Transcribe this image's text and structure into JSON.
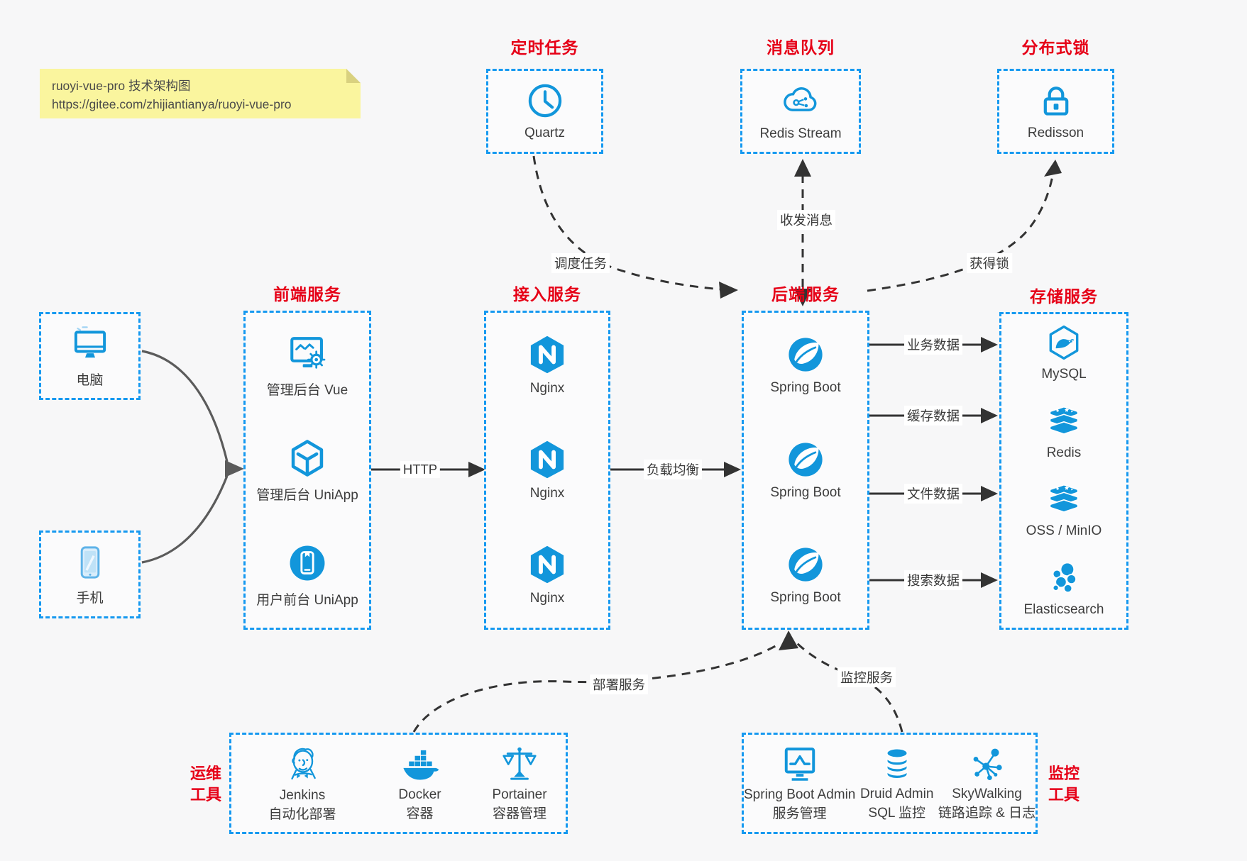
{
  "note": {
    "title": "ruoyi-vue-pro 技术架构图",
    "url": "https://gitee.com/zhijiantianya/ruoyi-vue-pro"
  },
  "colors": {
    "bg": "#f7f7f8",
    "border": "#1699f0",
    "icon": "#1296db",
    "red": "#e60017",
    "text": "#3d3d3d",
    "arrow": "#333333",
    "garrow": "#5b5b5b",
    "note-bg": "#faf59e",
    "note-fold": "#d9d17f",
    "label-bg": "#ffffff"
  },
  "groups": {
    "scheduler": {
      "title": "定时任务",
      "items": [
        {
          "label": "Quartz",
          "icon": "clock-icon"
        }
      ]
    },
    "mq": {
      "title": "消息队列",
      "items": [
        {
          "label": "Redis Stream",
          "icon": "cloud-network-icon"
        }
      ]
    },
    "lock": {
      "title": "分布式锁",
      "items": [
        {
          "label": "Redisson",
          "icon": "lock-icon"
        }
      ]
    },
    "clients": {
      "items": [
        {
          "label": "电脑",
          "icon": "desktop-icon"
        },
        {
          "label": "手机",
          "icon": "smartphone-icon"
        }
      ]
    },
    "frontend": {
      "title": "前端服务",
      "items": [
        {
          "label": "管理后台 Vue",
          "icon": "admin-monitor-gear-icon"
        },
        {
          "label": "管理后台 UniApp",
          "icon": "cube-icon"
        },
        {
          "label": "用户前台 UniApp",
          "icon": "mobile-app-circle-icon"
        }
      ]
    },
    "gateway": {
      "title": "接入服务",
      "items": [
        {
          "label": "Nginx",
          "icon": "nginx-icon"
        },
        {
          "label": "Nginx",
          "icon": "nginx-icon"
        },
        {
          "label": "Nginx",
          "icon": "nginx-icon"
        }
      ]
    },
    "backend": {
      "title": "后端服务",
      "items": [
        {
          "label": "Spring Boot",
          "icon": "spring-icon"
        },
        {
          "label": "Spring Boot",
          "icon": "spring-icon"
        },
        {
          "label": "Spring Boot",
          "icon": "spring-icon"
        }
      ]
    },
    "storage": {
      "title": "存储服务",
      "items": [
        {
          "label": "MySQL",
          "icon": "mysql-icon"
        },
        {
          "label": "Redis",
          "icon": "redis-stack-icon"
        },
        {
          "label": "OSS / MinIO",
          "icon": "storage-stack-icon"
        },
        {
          "label": "Elasticsearch",
          "icon": "elasticsearch-icon"
        }
      ]
    },
    "ops": {
      "side_title": [
        "运维",
        "工具"
      ],
      "items": [
        {
          "name": "Jenkins",
          "desc": "自动化部署",
          "icon": "jenkins-icon"
        },
        {
          "name": "Docker",
          "desc": "容器",
          "icon": "docker-icon"
        },
        {
          "name": "Portainer",
          "desc": "容器管理",
          "icon": "portainer-scales-icon"
        }
      ]
    },
    "monitoring": {
      "side_title": [
        "监控",
        "工具"
      ],
      "items": [
        {
          "name": "Spring Boot Admin",
          "desc": "服务管理",
          "icon": "admin-chart-icon"
        },
        {
          "name": "Druid Admin",
          "desc": "SQL 监控",
          "icon": "database-icon"
        },
        {
          "name": "SkyWalking",
          "desc": "链路追踪 & 日志",
          "icon": "network-nodes-icon"
        }
      ]
    }
  },
  "edges": {
    "http": "HTTP",
    "load_balance": "负载均衡",
    "schedule_task": "调度任务",
    "send_receive_message": "收发消息",
    "acquire_lock": "获得锁",
    "business_data": "业务数据",
    "cache_data": "缓存数据",
    "file_data": "文件数据",
    "search_data": "搜索数据",
    "deploy_service": "部署服务",
    "monitor_service": "监控服务"
  }
}
